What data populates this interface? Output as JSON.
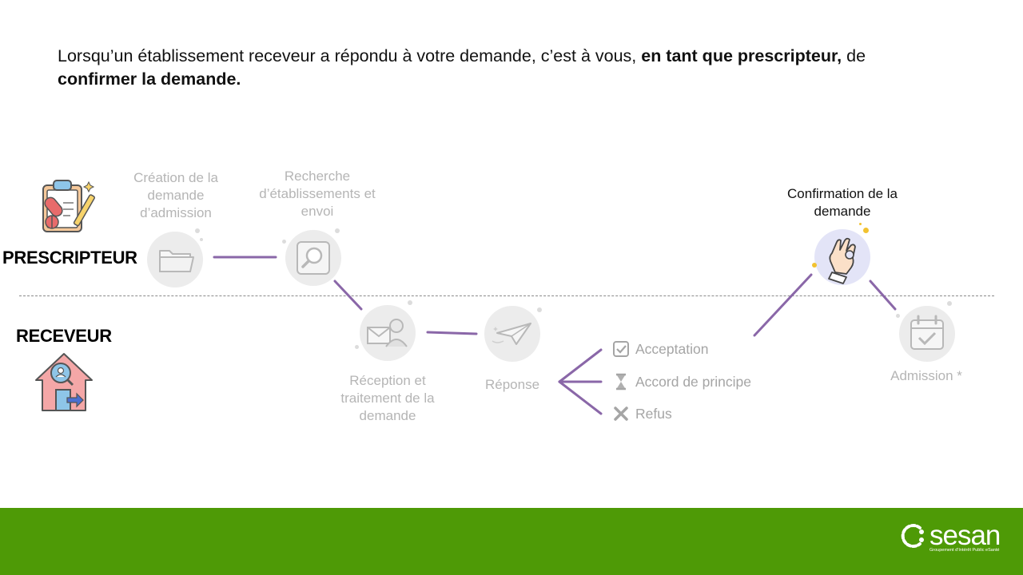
{
  "intro": {
    "part1": "Lorsqu’un établissement receveur a répondu à votre demande, c’est à vous, ",
    "bold1": "en tant que prescripteur,",
    "part2": " de ",
    "bold2": "confirmer  la demande."
  },
  "lanes": {
    "prescripteur": "PRESCRIPTEUR",
    "receveur": "RECEVEUR"
  },
  "steps": {
    "creation": {
      "line1": "Création de la",
      "line2": "demande",
      "line3": "d’admission",
      "icon": "folder-icon"
    },
    "recherche": {
      "line1": "Recherche",
      "line2": "d’établissements et",
      "line3": "envoi",
      "icon": "search-icon"
    },
    "reception": {
      "line1": "Réception et",
      "line2": "traitement de la",
      "line3": "demande",
      "icon": "mail-person-icon"
    },
    "reponse": {
      "line1": "Réponse",
      "icon": "paper-plane-icon"
    },
    "confirmation": {
      "line1": "Confirmation de la",
      "line2": "demande",
      "icon": "ok-hand-icon"
    },
    "admission": {
      "line1": "Admission *",
      "icon": "calendar-check-icon"
    }
  },
  "outcomes": [
    {
      "label": "Acceptation",
      "icon": "checkbox-icon"
    },
    {
      "label": "Accord de principe",
      "icon": "hourglass-icon"
    },
    {
      "label": "Refus",
      "icon": "cross-icon"
    }
  ],
  "logo": {
    "word": "sesan",
    "sub": "Groupement d’Intérêt Public eSanté"
  },
  "colors": {
    "connector": "#8a67a8",
    "footer": "#4e9a06",
    "inactive_text": "#b5b5b5"
  }
}
